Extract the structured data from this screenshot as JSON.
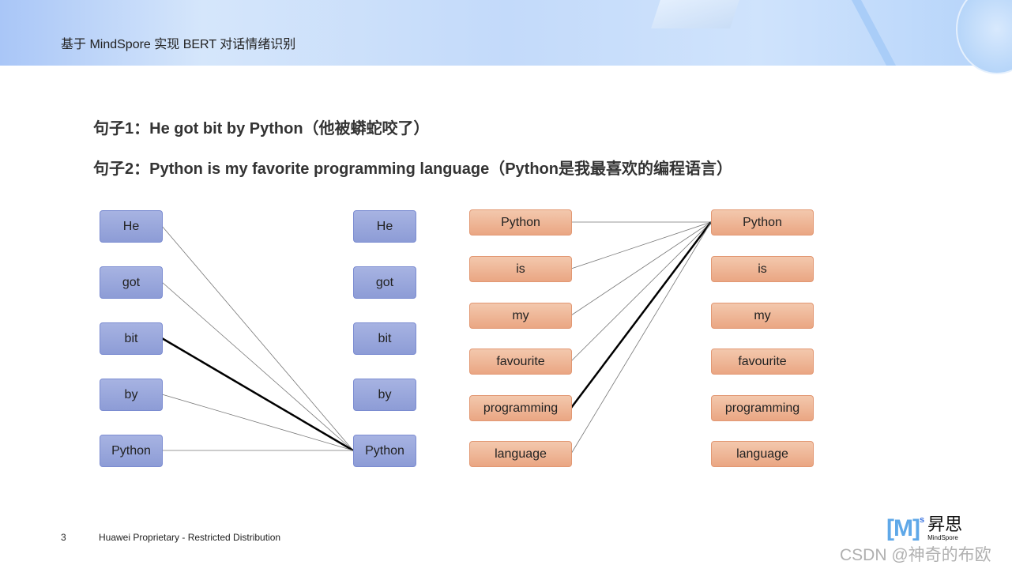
{
  "header": {
    "title": "基于 MindSpore 实现 BERT 对话情绪识别"
  },
  "sentences": [
    "句子1：He got bit by Python（他被蟒蛇咬了）",
    "句子2：Python is my favorite programming language（Python是我最喜欢的编程语言）"
  ],
  "diagram1": {
    "left": [
      "He",
      "got",
      "bit",
      "by",
      "Python"
    ],
    "right": [
      "He",
      "got",
      "bit",
      "by",
      "Python"
    ],
    "target_index": 4,
    "highlight_index": 2
  },
  "diagram2": {
    "left": [
      "Python",
      "is",
      "my",
      "favourite",
      "programming",
      "language"
    ],
    "right": [
      "Python",
      "is",
      "my",
      "favourite",
      "programming",
      "language"
    ],
    "target_index": 0,
    "highlight_index": 4
  },
  "footer": {
    "page": "3",
    "text": "Huawei Proprietary - Restricted Distribution",
    "logo_mark": "[M]",
    "logo_sup": "s",
    "logo_cn": "昇思",
    "logo_en": "MindSpore",
    "watermark": "CSDN @神奇的布欧"
  }
}
